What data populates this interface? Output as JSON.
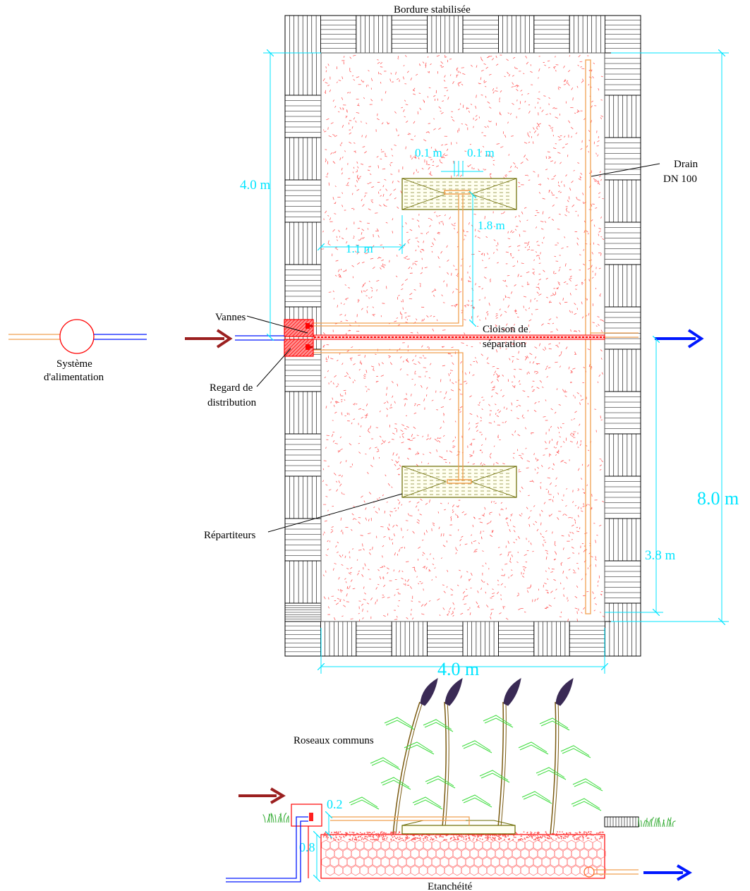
{
  "labels": {
    "bordure": "Bordure stabilisée",
    "drain_1": "Drain",
    "drain_2": "DN 100",
    "vannes": "Vannes",
    "cloison_1": "Cloison de",
    "cloison_2": "séparation",
    "systeme_1": "Système",
    "systeme_2": "d'alimentation",
    "regard_1": "Regard de",
    "regard_2": "distribution",
    "repartiteurs": "Répartiteurs",
    "roseaux": "Roseaux communs",
    "etancheite": "Etanchéité"
  },
  "dimensions": {
    "top_half_height": "4.0 m",
    "spacing_a": "0.1 m",
    "spacing_b": "0.1 m",
    "pipe_length": "1.8 m",
    "offset": "1.1 m",
    "total_height": "8.0 m",
    "bottom_half_height": "3.8 m",
    "width": "4.0 m",
    "section_top": "0.2",
    "section_depth": "0.8"
  },
  "colors": {
    "dimension": "#00e5ff",
    "gravel": "#ff5a5a",
    "pipe": "#f0a050",
    "partition": "#ff0000",
    "inlet_arrow": "#9b2020",
    "outlet_arrow": "#0018ff",
    "distributor": "#6b6b00",
    "reed_leaf": "#3ddc3d",
    "reed_stem": "#7a5a10",
    "reed_plume": "#3a2a55"
  }
}
